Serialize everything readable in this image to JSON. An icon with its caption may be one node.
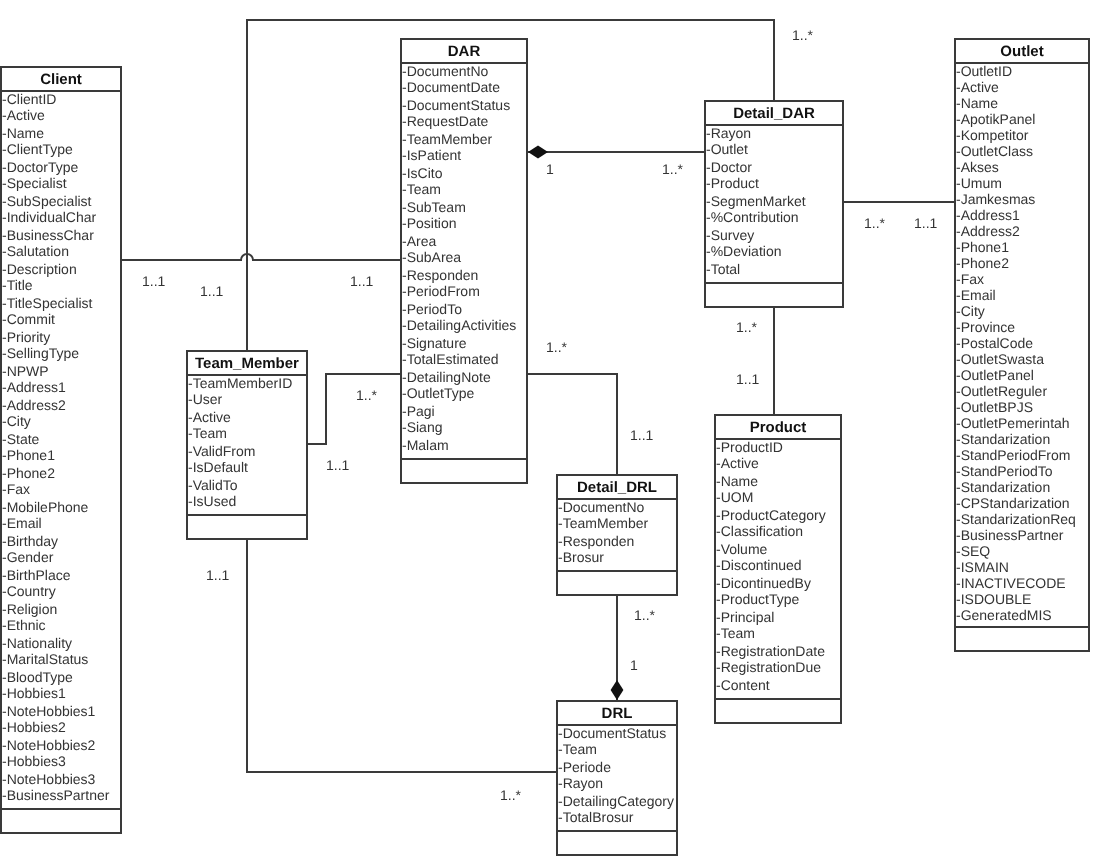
{
  "diagram": {
    "nodes": [
      {
        "text": [
          "Client",
          "-ClientID",
          "-Active",
          "-Name",
          "-ClientType",
          "-DoctorType",
          "-Specialist",
          "-SubSpecialist",
          "-IndividualChar",
          "-BusinessChar",
          "-Salutation",
          "-Description",
          "-Title",
          "-TitleSpecialist",
          "-Commit",
          "-Priority",
          "-SellingType",
          "-NPWP",
          "-Address1",
          "-Address2",
          "-City",
          "-State",
          "-Phone1",
          "-Phone2",
          "-Fax",
          "-MobilePhone",
          "-Email",
          "-Birthday",
          "-Gender",
          "-BirthPlace",
          "-Country",
          "-Religion",
          "-Ethnic",
          "-Nationality",
          "-MaritalStatus",
          "-BloodType",
          "-Hobbies1",
          "-NoteHobbies1",
          "-Hobbies2",
          "-NoteHobbies2",
          "-Hobbies3",
          "-NoteHobbies3",
          "-BusinessPartner"
        ]
      },
      {
        "text": [
          "DAR",
          "-DocumentNo",
          "-DocumentDate",
          "-DocumentStatus",
          "-RequestDate",
          "-TeamMember",
          "-IsPatient",
          "-IsCito",
          "-Team",
          "-SubTeam",
          "-Position",
          "-Area",
          "-SubArea",
          "-Responden",
          "-PeriodFrom",
          "-PeriodTo",
          "-DetailingActivities",
          "-Signature",
          "-TotalEstimated",
          "-DetailingNote",
          "-OutletType",
          "-Pagi",
          "-Siang",
          "-Malam"
        ]
      },
      {
        "text": [
          "Detail_DAR",
          "-Rayon",
          "-Outlet",
          "-Doctor",
          "-Product",
          "-SegmenMarket",
          "-%Contribution",
          "-Survey",
          "-%Deviation",
          "-Total"
        ]
      },
      {
        "text": [
          "Outlet",
          "-OutletID",
          "-Active",
          "-Name",
          "-ApotikPanel",
          "-Kompetitor",
          "-OutletClass",
          "-Akses",
          "-Umum",
          "-Jamkesmas",
          "-Address1",
          "-Address2",
          "-Phone1",
          "-Phone2",
          "-Fax",
          "-Email",
          "-City",
          "-Province",
          "-PostalCode",
          "-OutletSwasta",
          "-OutletPanel",
          "-OutletReguler",
          "-OutletBPJS",
          "-OutletPemerintah",
          "-Standarization",
          "-StandPeriodFrom",
          "-StandPeriodTo",
          "-Standarization",
          "-CPStandarization",
          "-StandarizationReq",
          "-BusinessPartner",
          "-SEQ",
          "-ISMAIN",
          "-INACTIVECODE",
          "-ISDOUBLE",
          "-GeneratedMIS"
        ]
      },
      {
        "text": [
          "Team_Member",
          "-TeamMemberID",
          "-User",
          "-Active",
          "-Team",
          "-ValidFrom",
          "-IsDefault",
          "-ValidTo",
          "-IsUsed"
        ]
      },
      {
        "text": [
          "Detail_DRL",
          "-DocumentNo",
          "-TeamMember",
          "-Responden",
          "-Brosur"
        ]
      },
      {
        "text": [
          "Product",
          "-ProductID",
          "-Active",
          "-Name",
          "-UOM",
          "-ProductCategory",
          "-Classification",
          "-Volume",
          "-Discontinued",
          "-DicontinuedBy",
          "-ProductType",
          "-Principal",
          "-Team",
          "-RegistrationDate",
          "-RegistrationDue",
          "-Content"
        ]
      },
      {
        "text": [
          "DRL",
          "-DocumentStatus",
          "-Team",
          "-Periode",
          "-Rayon",
          "-DetailingCategory",
          "-TotalBrosur"
        ]
      }
    ],
    "edges": [
      {
        "from": 0,
        "to": 1,
        "arrow": "none"
      },
      {
        "from": 1,
        "to": 2,
        "arrow": "other"
      },
      {
        "from": 4,
        "to": 2,
        "arrow": "none"
      },
      {
        "from": 2,
        "to": 3,
        "arrow": "none"
      },
      {
        "from": 4,
        "to": 1,
        "arrow": "none"
      },
      {
        "from": 1,
        "to": 5,
        "arrow": "none"
      },
      {
        "from": 2,
        "to": 6,
        "arrow": "none"
      },
      {
        "from": 7,
        "to": 5,
        "arrow": "other"
      },
      {
        "from": 4,
        "to": 7,
        "arrow": "none"
      }
    ],
    "labels": [
      "1..*",
      "1",
      "1..*",
      "1..*",
      "1..1",
      "1..1",
      "1..1",
      "1..1",
      "1..*",
      "1..*",
      "1..1",
      "1..*",
      "1..1",
      "1..1",
      "1..1",
      "1..*",
      "1",
      "1..*"
    ]
  }
}
